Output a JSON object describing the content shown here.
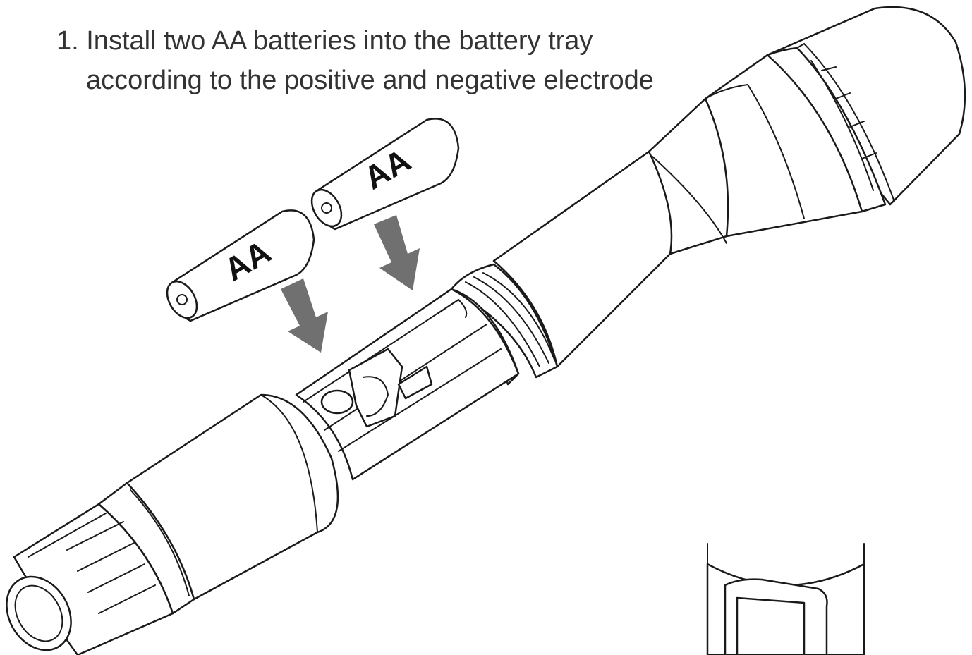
{
  "instruction": {
    "line1": "1. Install two AA batteries into the battery tray",
    "line2": "according to the positive and negative electrode"
  },
  "batteries": [
    {
      "label": "AA"
    },
    {
      "label": "AA"
    }
  ],
  "colors": {
    "line": "#1a1a1a",
    "arrow": "#707070",
    "text": "#333333",
    "background": "#ffffff"
  },
  "icons": [
    "battery-icon",
    "down-arrow-icon",
    "microphone-icon"
  ]
}
